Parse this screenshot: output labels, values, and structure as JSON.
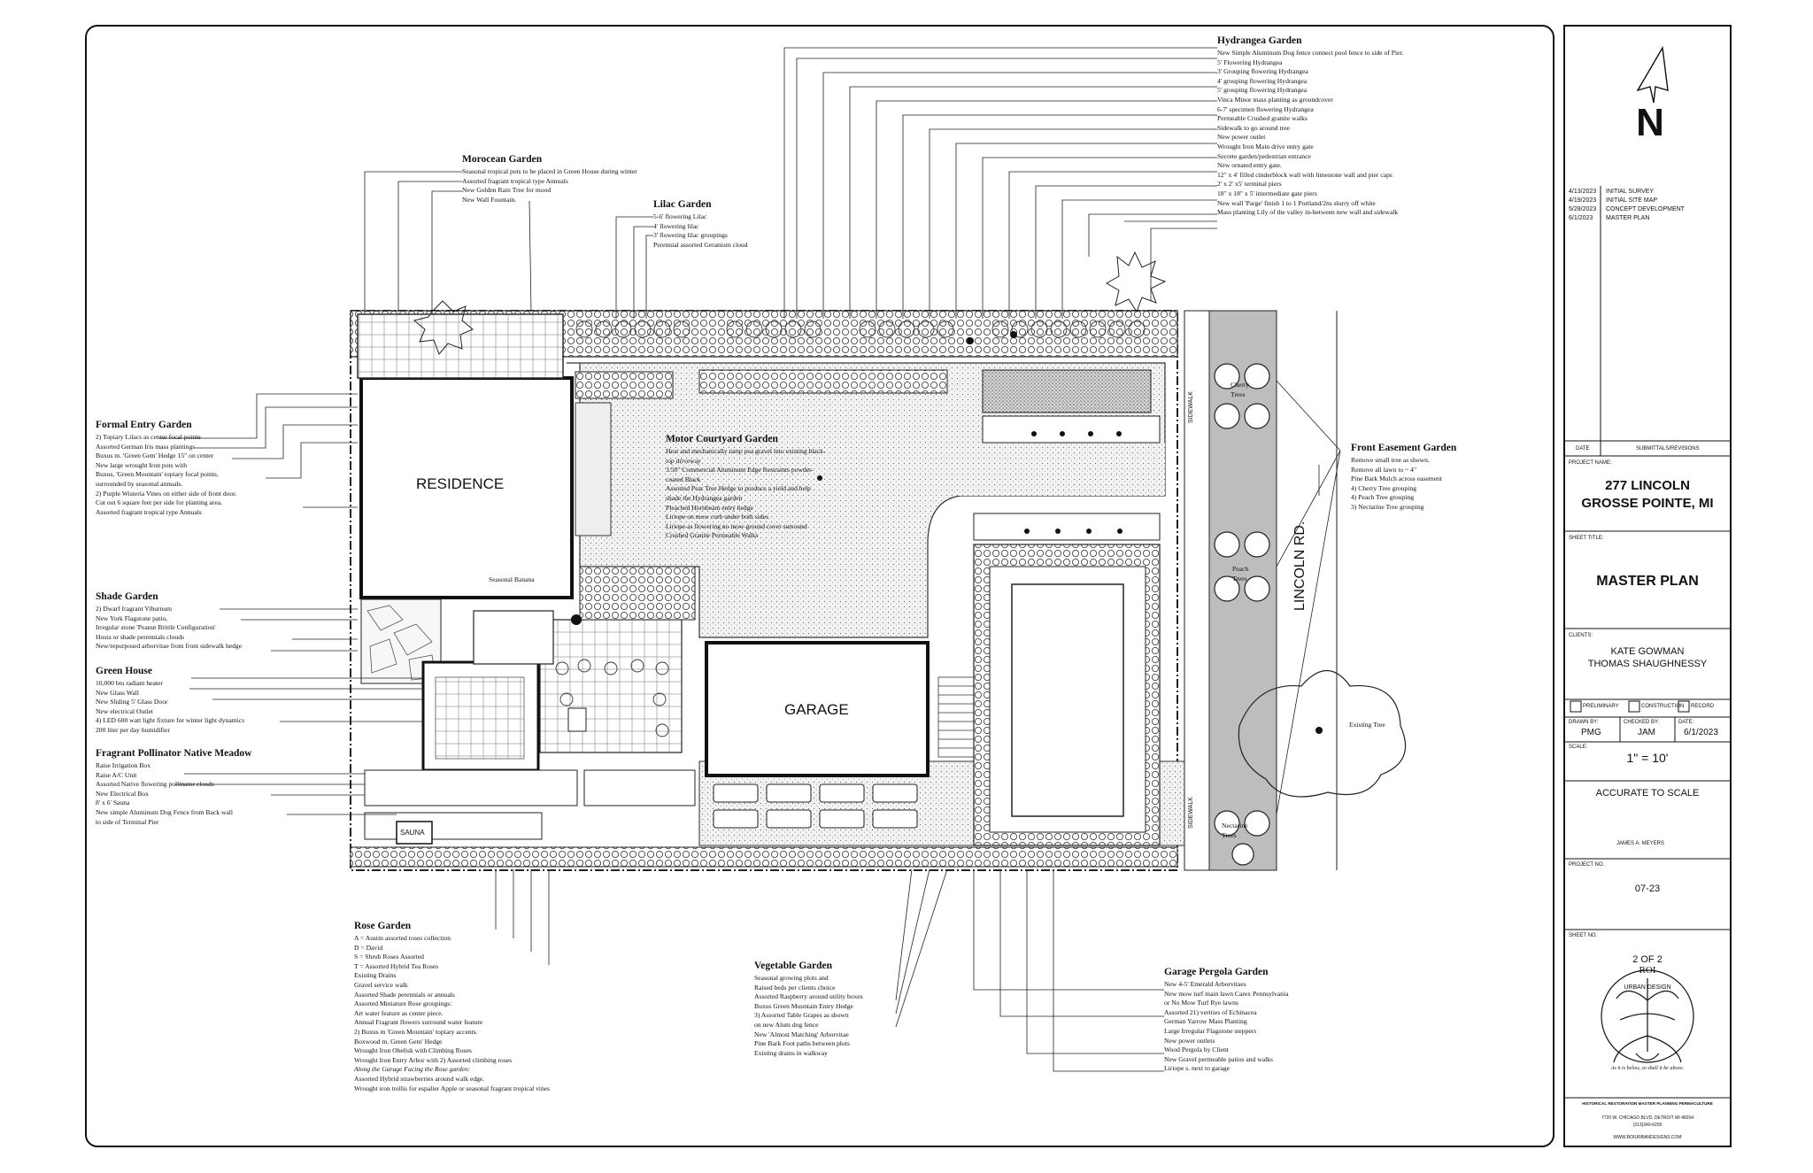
{
  "gardens": [
    {
      "id": "hydrangea",
      "title": "Hydrangea  Garden",
      "items": [
        "New Simple Aluminum Dog fence connect pool fence to side of Pier.",
        "5' Flowering Hydrangea",
        "3' Grouping flowering Hydrangea",
        "4' grouping flowering Hydrangea",
        "5' grouping flowering Hydrangea",
        "Vinca Minor mass planting as groundcover",
        "6-7' specimen flowering Hydrangea",
        "Permeable Crushed granite walks",
        "Sidewalk to go around tree",
        "New power outlet",
        "Wrought Iron Main drive entry gate",
        "Secrete garden/pedestrian entrance",
        "New ornated entry gate.",
        "12\" x 4' filled cinderblock wall with limestone wall and pier caps",
        "2' x 2' x5' terminal piers",
        "18\" x 18\" x 5' intermediate gate piers",
        "New wall 'Parge' finish 1 to 1 Portland/2ns slurry off white",
        "Mass planting Lily of the valley in-between new wall and sidewalk"
      ]
    },
    {
      "id": "moroccan",
      "title": "Morocean Garden",
      "items": [
        "Seasonal tropical pots to be placed in Green House during winter",
        "Assorted fragrant tropical type Annuals",
        "New Golden Rain Tree for mood",
        "New Wall Fountain."
      ]
    },
    {
      "id": "lilac",
      "title": "Lilac Garden",
      "items": [
        "5-6' flowering Lilac",
        "4' flowering lilac",
        "3' flowering lilac groupings",
        "Perennial assorted Geranium cloud"
      ]
    },
    {
      "id": "formal",
      "title": "Formal Entry Garden",
      "items": [
        "2) Topiary Lilacs as center focal pointe",
        "Assorted German Iris mass plantings",
        "Buxus m. 'Green Gem' Hedge 15\" on center",
        "New large wrought Iron pots with",
        "Buxus, 'Green Mountain' topiary focal points,",
        "surrounded by seasonal annuals.",
        "2) Purple Wisteria Vines on either side of front door.",
        "Cut out 6 square feet per side for planting area.",
        "Assorted fragrant tropical type Annuals"
      ]
    },
    {
      "id": "motor",
      "title": "Motor Courtyard Garden",
      "items": [
        "Heat and mechanically tamp pea gravel into existing black-",
        "top driveway",
        "3.50\" Commercial Aluminum Edge Restraints powder-",
        "coated Black",
        "Assorted Pear Tree Hedge to produce a yield and help",
        "shade the Hydrangea garden",
        "Pleached Hornbeam entry hedge",
        "Liriope on mow curb under both sides",
        "Liriope as flowering no mow ground cover surround",
        "Crushed Granite Permeable Walks"
      ]
    },
    {
      "id": "front",
      "title": "Front Easement Garden",
      "items": [
        "Remove small tree as shown.",
        "Remove all lawn to ~ 4\"",
        "Pine Bark Mulch across easement",
        "4) Cherry Tree grouping",
        "4) Peach Tree grouping",
        "3) Nectarine Tree grouping"
      ]
    },
    {
      "id": "shade",
      "title": "Shade Garden",
      "items": [
        "2) Dwarf fragrant Viburnum",
        "New York Flagstone patio,",
        "Irregular stone 'Peanut Brittle Configuration'",
        "Hosta or shade perennials clouds",
        "New/repurposed arborvitae from front sidewalk hedge"
      ]
    },
    {
      "id": "greenhouse",
      "title": "Green House",
      "items": [
        "10,000 btu radiant heater",
        "New Glass Wall",
        "New Sliding 5' Glass Door",
        "New electrical Outlet",
        "4) LED 600 watt light fixture for winter light dynamics",
        "200 liter per day humidifier"
      ]
    },
    {
      "id": "meadow",
      "title": "Fragrant Pollinator Native Meadow",
      "items": [
        "Raise Irrigation Box",
        "Raise A/C Unit",
        "Assorted Native flowering pollinator clouds",
        "New Electrical Box",
        "8' x 6' Sauna",
        "New simple Aluminum Dog Fence from Back wall",
        "to side of Terminal Pier"
      ]
    },
    {
      "id": "rose",
      "title": "Rose Garden",
      "items": [
        "A = Austin assorted roses collection",
        "D = David",
        "S = Shrub Roses Assorted",
        "T = Assorted Hybrid Tea Roses",
        "Existing Drains",
        "Gravel service walk",
        "Assorted Shade perennials or annuals",
        "Assorted Miniature Rose groupings:",
        "Art water feature as center piece.",
        "Annual Fragrant flowers surround water feature",
        "2) Buxus m 'Green Mountain' topiary accents.",
        "Boxwood m. Green Gem' Hedge",
        "Wrought Iron Obelisk with Climbing Roses",
        "Wrought Iron Entry Arbor with 2) Assorted climbing roses",
        "Along the Garage Facing the Rose garden:",
        "Assorted Hybrid strawberries around walk edge.",
        "Wrought iron trellis for espalier Apple or seasonal fragrant tropical vines"
      ]
    },
    {
      "id": "vegetable",
      "title": "Vegetable Garden",
      "items": [
        "Seasonal growing plots and",
        "Raised beds per clients choice",
        "Assorted Raspberry around utility boxes",
        "Buxus Green Mountain Entry Hedge",
        "3) Assorted Table Grapes as shown",
        "on new Alum dog fence",
        "New 'Almost Matching' Arborvitae",
        "Pine Bark Foot paths between plots",
        "Existing drains in walkway"
      ]
    },
    {
      "id": "pergola",
      "title": "Garage Pergola Garden",
      "items": [
        "New 4-5' Emerald Arborvitaes",
        "New mow turf main lawn Carex Pennsylvania",
        "or No Mow Turf Rye lawns",
        "Assorted 21) verities of Echinacea",
        "German Yarrow Mass Planting",
        "Large Irregular Flagstone steppers",
        "New power outlets",
        "Wood Pergola by Client",
        "New Gravel permeable patios and walks",
        "Liriope s. next to garage"
      ]
    }
  ],
  "plan_labels": {
    "residence": "RESIDENCE",
    "garage": "GARAGE",
    "sauna": "SAUNA",
    "lincoln": "LINCOLN RD.",
    "sidewalk": "SIDEWALK",
    "cherry": "Cherry",
    "peach": "Peach",
    "nectarine": "Nectarine",
    "trees": "Trees",
    "existing_tree": "Existing Tree",
    "seasonal_banana": "Seasonal Banana"
  },
  "title_block": {
    "north": "N",
    "revisions": [
      {
        "date": "4/13/2023",
        "desc": "INITIAL SURVEY"
      },
      {
        "date": "4/19/2023",
        "desc": "INITIAL SITE MAP"
      },
      {
        "date": "5/28/2023",
        "desc": "CONCEPT DEVELOPMENT"
      },
      {
        "date": "6/1/2023",
        "desc": "MASTER PLAN"
      }
    ],
    "date_hdr": "DATE",
    "rev_hdr": "SUBMITTALS/REVISIONS",
    "project_name_lbl": "PROJECT NAME:",
    "project_line1": "277 LINCOLN",
    "project_line2": "GROSSE POINTE, MI",
    "sheet_title_lbl": "SHEET TITLE:",
    "sheet_title": "MASTER PLAN",
    "clients_lbl": "CLIENTS:",
    "client1": "KATE GOWMAN",
    "client2": "THOMAS SHAUGHNESSY",
    "chk_prelim": "PRELIMINARY",
    "chk_construction": "CONSTRUCTION",
    "chk_record": "RECORD",
    "drawn_lbl": "DRAWN BY:",
    "checked_lbl": "CHECKED BY:",
    "date_lbl": "DATE:",
    "drawn": "PMG",
    "checked": "JAM",
    "date": "6/1/2023",
    "scale_lbl": "SCALE:",
    "scale": "1\" = 10'",
    "accurate": "ACCURATE TO SCALE",
    "signer": "JAMES A. MEYERS",
    "project_no_lbl": "PROJECT NO.",
    "project_no": "07-23",
    "sheet_no_lbl": "SHEET NO.",
    "sheet_no": "2 OF 2",
    "logo_roi": "ROI",
    "logo_urban": "URBAN DESIGN",
    "logo_motto": "As it is below, so shall it be above.",
    "footer_services": "HISTORICAL RESTORATION  MASTER PLANNING  PERMACULTURE",
    "footer_address": "7720 W. CHICAGO BLVD.  DETROIT MI 48204",
    "footer_phone": "(313)340-6250",
    "footer_web": "WWW.ROIURBANDESIGNS.COM"
  }
}
